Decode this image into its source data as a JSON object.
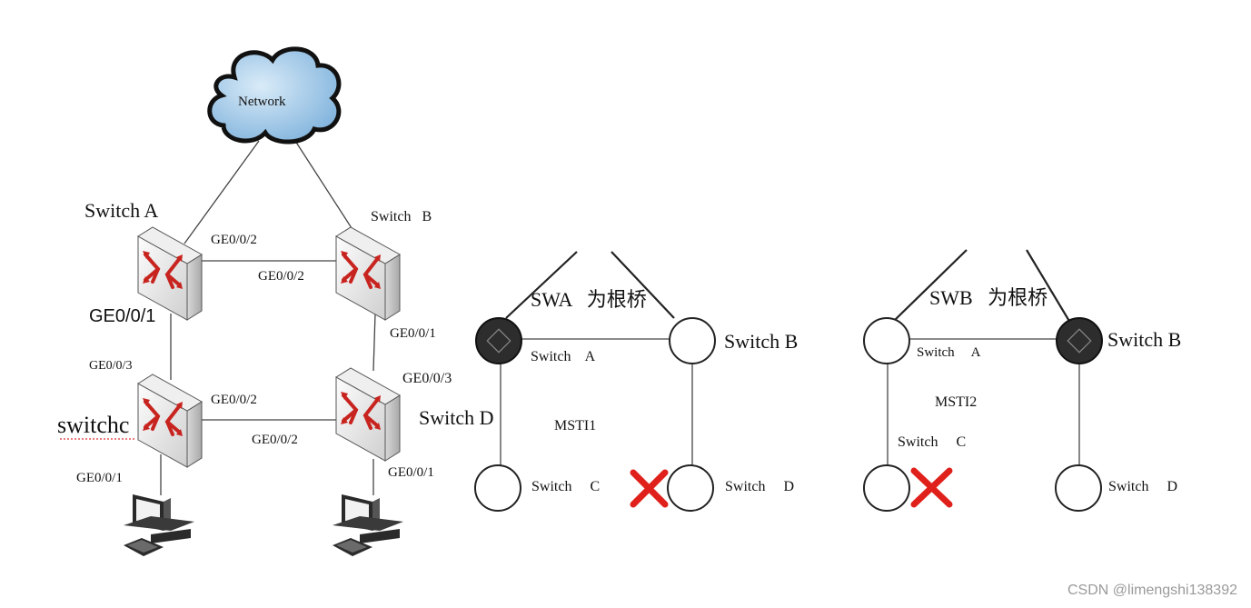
{
  "network": {
    "label": "Network"
  },
  "left_topology": {
    "switch_a": "Switch A",
    "switch_b": "Switch   B",
    "switch_c": "switchc",
    "switch_d": "Switch D",
    "ports": {
      "a_to_b": "GE0/0/2",
      "b_to_a": "GE0/0/2",
      "a_to_c": "GE0/0/1",
      "c_to_a": "GE0/0/3",
      "b_to_d": "GE0/0/1",
      "d_to_b": "GE0/0/3",
      "c_to_d": "GE0/0/2",
      "d_to_c": "GE0/0/2",
      "c_to_pc": "GE0/0/1",
      "d_to_pc": "GE0/0/1"
    }
  },
  "msti1": {
    "title": "SWA   为根桥",
    "instance": "MSTI1",
    "switch_a": "Switch    A",
    "switch_b": "Switch B",
    "switch_c": "Switch     C",
    "switch_d": "Switch     D",
    "blocked_mark": "✕"
  },
  "msti2": {
    "title": "SWB   为根桥",
    "instance": "MSTI2",
    "switch_a": "Switch     A",
    "switch_b": "Switch B",
    "switch_c": "Switch     C",
    "switch_d": "Switch     D",
    "blocked_mark": "✕"
  },
  "colors": {
    "cloud_fill": "#9cc4e6",
    "root_fill": "#2d2d2d",
    "block_red": "#e0201b",
    "switch_red": "#c8241f"
  },
  "watermark": "CSDN @limengshi138392"
}
